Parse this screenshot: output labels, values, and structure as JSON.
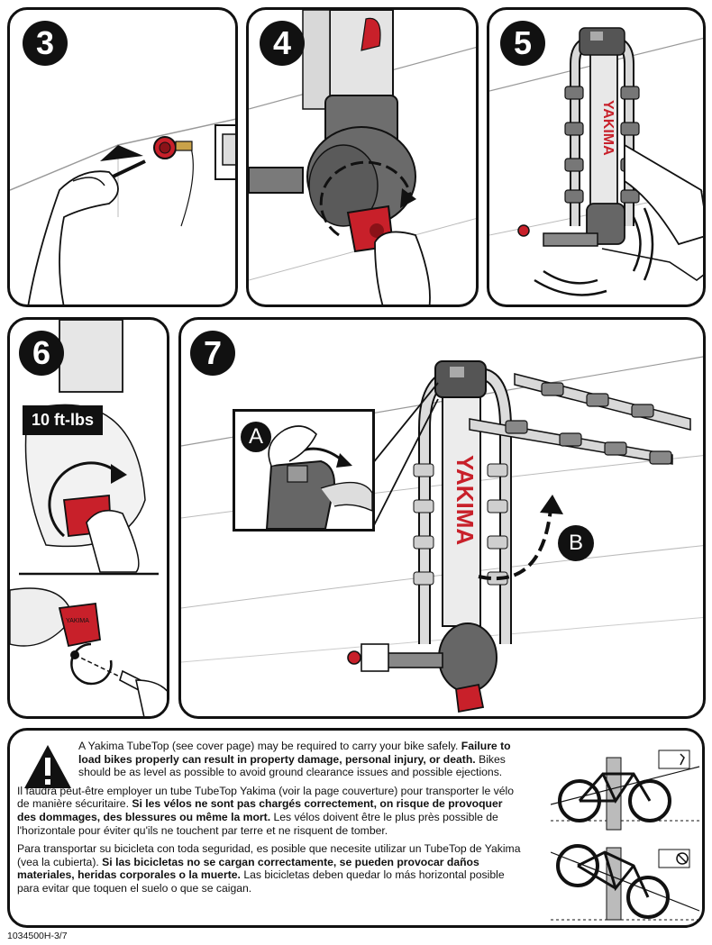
{
  "steps": [
    {
      "number": "3"
    },
    {
      "number": "4"
    },
    {
      "number": "5"
    },
    {
      "number": "6",
      "torque_label": "10 ft-lbs"
    },
    {
      "number": "7",
      "callout_a": "A",
      "callout_b": "B",
      "brand": "YAKIMA"
    }
  ],
  "brand_logo": "YAKIMA",
  "warning": {
    "en_intro": "A Yakima TubeTop (see cover page) may be required to carry your bike safely.",
    "en_bold": "Failure to load bikes properly can result in property damage, personal injury, or death.",
    "en_rest": "Bikes should be as level as possible to avoid ground clearance issues and possible ejections.",
    "fr_intro": "Il faudra peut-être employer un tube TubeTop Yakima (voir la page couverture) pour transporter le vélo de manière sécuritaire.",
    "fr_bold": "Si les vélos ne sont pas chargés correctement, on risque de provoquer des dommages, des blessures ou même la mort.",
    "fr_rest": "Les vélos doivent être le plus près possible de l'horizontale pour éviter qu'ils ne touchent par terre et ne risquent de tomber.",
    "es_intro": "Para transportar su bicicleta con toda seguridad, es posible que necesite utilizar un TubeTop de Yakima (vea la cubierta).",
    "es_bold": "Si las bicicletas no se cargan correctamente, se pueden provocar daños materiales, heridas corporales o la muerte.",
    "es_rest": "Las bicicletas deben quedar lo más horizontal posible para evitar que toquen el suelo o que se caigan."
  },
  "footer": {
    "code": "1034500H-3/7"
  },
  "colors": {
    "accent_red": "#c8202a",
    "rack_gray": "#6e6e6e",
    "outline": "#111111"
  }
}
